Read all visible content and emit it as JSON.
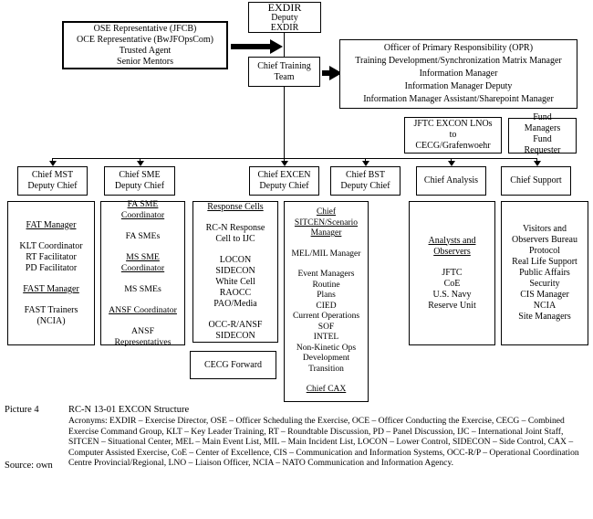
{
  "colors": {
    "ink": "#000000",
    "background": "#ffffff"
  },
  "diagram": {
    "ose": {
      "lines": [
        "OSE Representative (JFCB)",
        "OCE Representative (BwJFOpsCom)",
        "Trusted Agent",
        "Senior Mentors"
      ]
    },
    "exdir": {
      "lines": [
        "EXDIR",
        "Deputy",
        "EXDIR"
      ]
    },
    "training_team": {
      "lines": [
        "Chief Training",
        "Team"
      ]
    },
    "opr": {
      "lines": [
        "Officer of Primary Responsibility (OPR)",
        "Training Development/Synchronization Matrix Manager",
        "Information Manager",
        "Information Manager Deputy",
        "Information Manager Assistant/Sharepoint Manager"
      ]
    },
    "jftc_lno": {
      "lines": [
        "JFTC EXCON LNOs",
        "to",
        "CECG/Grafenwoehr"
      ]
    },
    "fund": {
      "lines": [
        "Fund",
        "Managers",
        "Fund",
        "Requester"
      ]
    },
    "row2": [
      {
        "title": "Chief MST",
        "subtitle": "Deputy Chief"
      },
      {
        "title": "Chief SME",
        "subtitle": "Deputy Chief"
      },
      {
        "title": "Chief EXCEN",
        "subtitle": "Deputy Chief"
      },
      {
        "title": "Chief BST",
        "subtitle": "Deputy Chief"
      },
      {
        "title": "Chief Analysis"
      },
      {
        "title": "Chief Support"
      }
    ],
    "columns": {
      "mst": [
        "FAT Manager",
        "KLT Coordinator",
        "RT Facilitator",
        "PD Facilitator",
        "FAST Manager",
        "FAST Trainers (NCIA)"
      ],
      "sme": [
        "FA SME Coordinator",
        "FA SMEs",
        "MS SME Coordinator",
        "MS SMEs",
        "ANSF Coordinator",
        "ANSF Representatives"
      ],
      "response_cells": [
        "Response Cells",
        "RC-N Response Cell to IJC",
        "LOCON",
        "SIDECON",
        "White Cell",
        "RAOCC",
        "PAO/Media",
        "OCC-R/ANSF SIDECON"
      ],
      "sitcen": [
        "Chief SITCEN/Scenario Manager",
        "MEL/MIL Manager",
        "Event Managers",
        "Routine",
        "Plans",
        "CIED",
        "Current Operations",
        "SOF",
        "INTEL",
        "Non-Kinetic Ops",
        "Development",
        "Transition",
        "Chief CAX"
      ],
      "analysis": [
        "Analysts and Observers",
        "JFTC",
        "CoE",
        "U.S. Navy",
        "Reserve Unit"
      ],
      "support": [
        "Visitors and Observers Bureau",
        "Protocol",
        "Real Life Support",
        "Public Affairs",
        "Security",
        "CIS Manager",
        "NCIA",
        "Site Managers"
      ]
    },
    "cecg_forward": "CECG Forward"
  },
  "caption": {
    "label": "Picture 4",
    "title": "RC-N 13-01 EXCON Structure",
    "acronym_lines": [
      "Acronyms: EXDIR – Exercise Director, OSE – Officer Scheduling the Exercise, OCE – Officer Conducting the Exercise, CECG – Combined",
      "Exercise Command Group, KLT – Key Leader Training, RT – Roundtable Discussion, PD – Panel Discussion, IJC – International Joint Staff,",
      "SITCEN – Situational Center, MEL – Main Event List, MIL – Main Incident List, LOCON – Lower Control, SIDECON – Side Control, CAX –",
      "Computer Assisted Exercise, CoE – Center of Excellence, CIS – Communication and Information Systems, OCC-R/P – Operational Coordination",
      "Centre Provincial/Regional, LNO – Liaison Officer, NCIA – NATO Communication and Information Agency."
    ],
    "source": "Source: own"
  }
}
